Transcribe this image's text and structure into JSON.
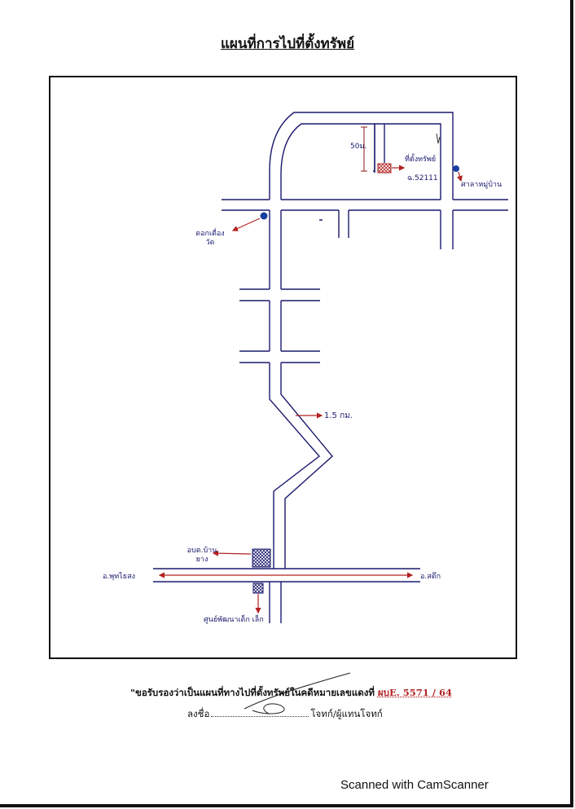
{
  "document": {
    "title": "แผนที่การไปที่ตั้งทรัพย์"
  },
  "map": {
    "labels": {
      "distance_50m": "50ม.",
      "property": "ที่ตั้งทรัพย์",
      "property_deed": "ฉ.52111",
      "village_hall": "ศาลาหมู่บ้าน",
      "temple": "ดอกเตื่อง วัด",
      "distance_15km": "1.5 กม.",
      "sao_office": "อบต.บ้าน ยาง",
      "left_road": "อ.พุทไธสง",
      "right_road": "อ.สตึก",
      "child_center": "ศูนย์พัฒนาเด็ก เล็ก"
    }
  },
  "certification": {
    "text": "\"ขอรับรองว่าเป็นแผนที่ทางไปที่ตั้งทรัพย์ในคดีหมายเลขแดงที่",
    "case_number": "ผบE. 5571 / 64",
    "sign_prefix": "ลงชื่อ",
    "sign_suffix": "โจทก์/ผู้แทนโจทก์"
  },
  "footer": {
    "scanner": "Scanned with CamScanner"
  }
}
